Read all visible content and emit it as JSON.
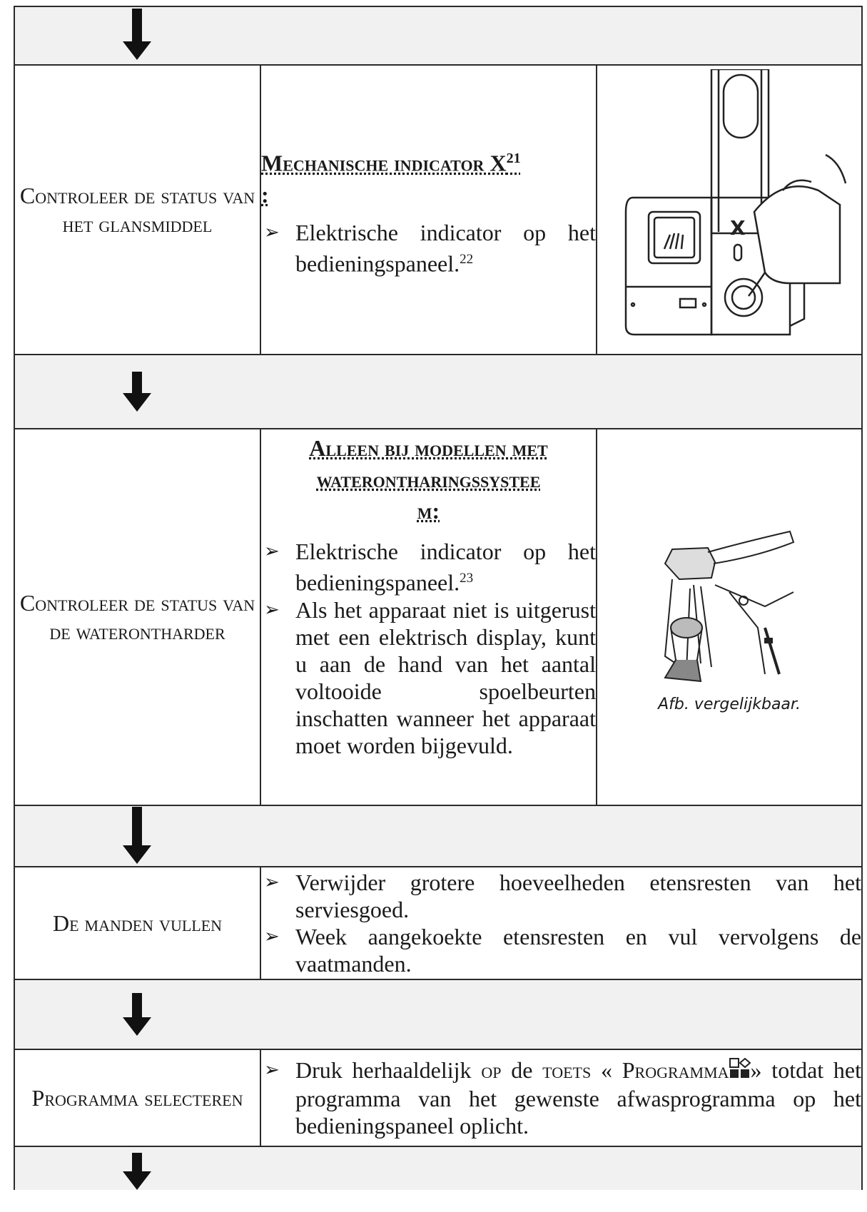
{
  "steps": {
    "glans": {
      "label": "Controleer de status van het glansmiddel",
      "heading": "Mechanische indicator X",
      "heading_sup": "21",
      "heading_tail": ":",
      "bullets": [
        {
          "text": "Elektrische indicator op het bedieningspaneel.",
          "footnote": "22"
        }
      ],
      "image_icon": "rinse-aid-dispenser-illustration"
    },
    "ontharder": {
      "label": "Controleer de status van de waterontharder",
      "heading": "Alleen bij modellen met waterontharingssysteem:",
      "heading_lines": [
        "Alleen bij modellen met",
        "waterontharingssystee",
        "m:"
      ],
      "bullets": [
        {
          "text": "Elektrische indicator op het bedieningspaneel.",
          "footnote": "23"
        },
        {
          "text": "Als het apparaat niet is uitgerust met een elektrisch display, kunt u aan de hand van het aantal voltooide spoelbeurten inschatten wanneer het apparaat moet worden bijgevuld.",
          "footnote": ""
        }
      ],
      "caption": "Afb. vergelijkbaar.",
      "image_icon": "salt-refill-illustration"
    },
    "manden": {
      "label": "De manden vullen",
      "bullets": [
        "Verwijder grotere hoeveelheden etensresten van het serviesgoed.",
        "Week aangekoekte etensresten en vul vervolgens de vaatmanden."
      ]
    },
    "programma": {
      "label": "Programma selecteren",
      "text_a": "Druk herhaaldelijk ",
      "text_op": "op",
      "text_b": " de ",
      "text_toets": "toets",
      "text_c": " « ",
      "text_prog": "Programma",
      "text_d": "» totdat het programma van het gewenste afwasprogramma op het bedieningspaneel oplicht.",
      "icon": "program-button-icon"
    }
  },
  "heading_note_glans": "Mechanische indicator X",
  "bullet_marker": "➢"
}
